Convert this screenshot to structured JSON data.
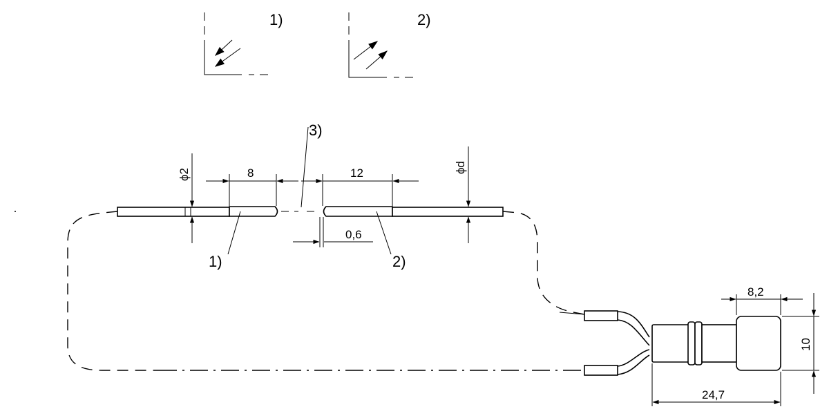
{
  "legend": {
    "item1": "1)",
    "item2": "2)"
  },
  "labels": {
    "callout1": "1)",
    "callout2": "2)",
    "callout3": "3)"
  },
  "dimensions": {
    "dia2": "ϕ2",
    "len8": "8",
    "len12": "12",
    "diad": "ϕd",
    "gap06": "0,6",
    "len82": "8,2",
    "dia10": "10",
    "len247": "24,7"
  }
}
